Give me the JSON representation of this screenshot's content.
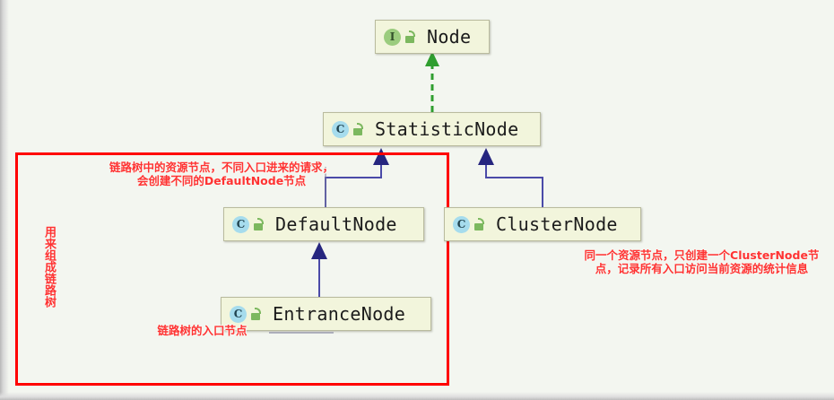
{
  "diagram": {
    "title": "Sentinel Node class hierarchy",
    "background_color": "#f3f6f0",
    "highlight_box_color": "#ff0000",
    "inheritance_edge_color": "#26267f",
    "implements_edge_color": "#2f9e2f",
    "note_color": "#ff3333"
  },
  "nodes": [
    {
      "id": "node",
      "label": "Node",
      "stereotype": "I",
      "stereotype_name": "interface-badge",
      "visibility_icon": "unlocked-padlock-icon"
    },
    {
      "id": "statistic_node",
      "label": "StatisticNode",
      "stereotype": "C",
      "stereotype_name": "class-badge",
      "visibility_icon": "unlocked-padlock-icon"
    },
    {
      "id": "default_node",
      "label": "DefaultNode",
      "stereotype": "C",
      "stereotype_name": "class-badge",
      "visibility_icon": "unlocked-padlock-icon"
    },
    {
      "id": "cluster_node",
      "label": "ClusterNode",
      "stereotype": "C",
      "stereotype_name": "class-badge",
      "visibility_icon": "unlocked-padlock-icon"
    },
    {
      "id": "entrance_node",
      "label": "EntranceNode",
      "stereotype": "C",
      "stereotype_name": "class-badge",
      "visibility_icon": "unlocked-padlock-icon"
    }
  ],
  "edges": [
    {
      "from": "statistic_node",
      "to": "node",
      "type": "implements",
      "style": "dashed",
      "arrow": "hollow-triangle"
    },
    {
      "from": "default_node",
      "to": "statistic_node",
      "type": "extends",
      "style": "solid",
      "arrow": "solid-triangle"
    },
    {
      "from": "cluster_node",
      "to": "statistic_node",
      "type": "extends",
      "style": "solid",
      "arrow": "solid-triangle"
    },
    {
      "from": "entrance_node",
      "to": "default_node",
      "type": "extends",
      "style": "solid",
      "arrow": "solid-triangle"
    }
  ],
  "notes": {
    "default_node": "链路树中的资源节点，不同入口进来的请求，会创建不同的DefaultNode节点",
    "cluster_node": "同一个资源节点，只创建一个ClusterNode节点，记录所有入口访问当前资源的统计信息",
    "entrance_node": "链路树的入口节点",
    "chain_tree_group": "用来组成链路树"
  }
}
